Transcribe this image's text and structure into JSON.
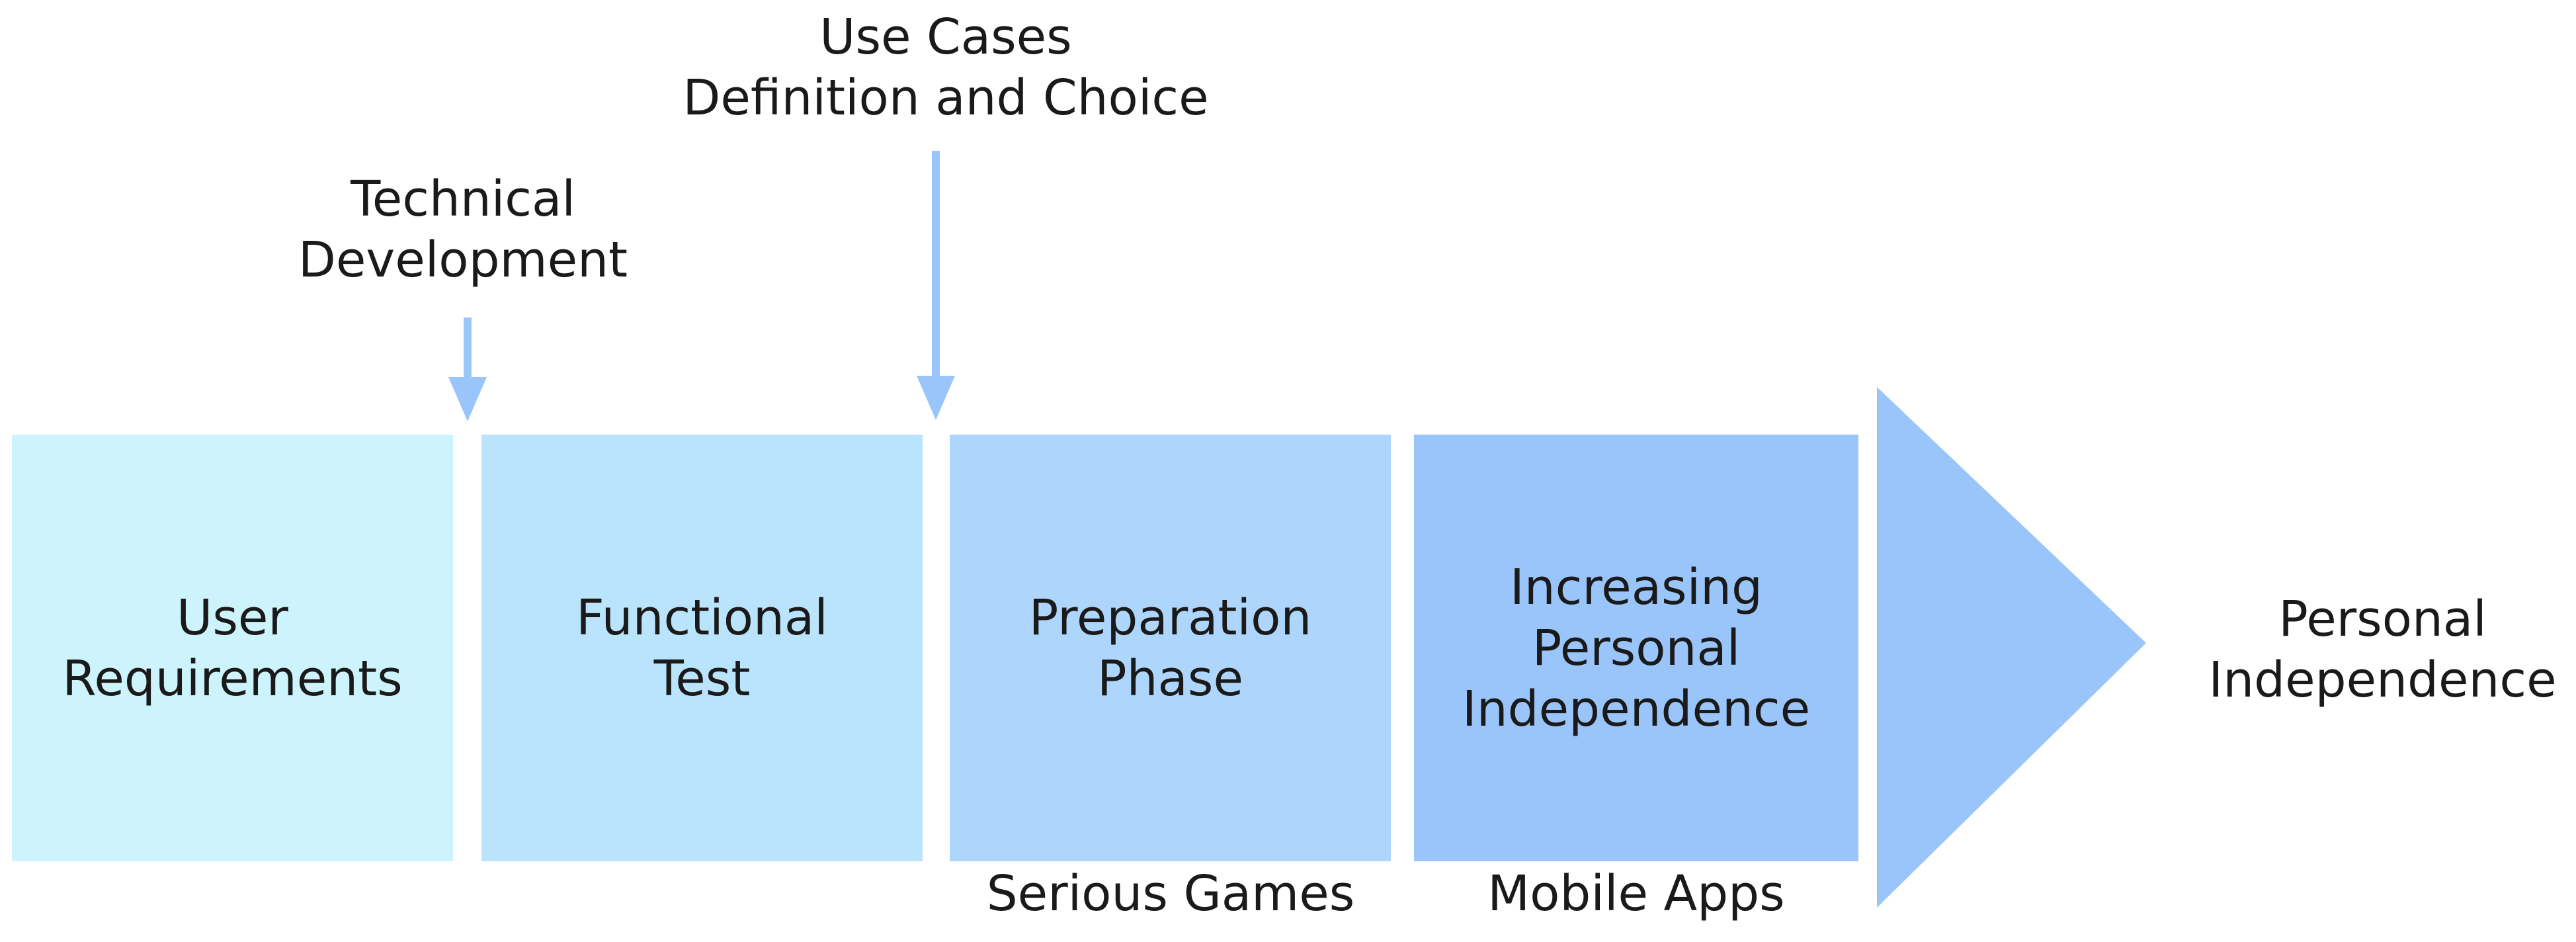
{
  "stages": [
    {
      "label": "User\nRequirements",
      "color": "#cdf4fc"
    },
    {
      "label": "Functional\nTest",
      "color": "#bae3fc"
    },
    {
      "label": "Preparation\nPhase",
      "color": "#aed5fb"
    },
    {
      "label": "Increasing\nPersonal\nIndependence",
      "color": "#9ac5fb"
    }
  ],
  "final": {
    "label": "Personal\nIndependence",
    "color": "#9ac5fb"
  },
  "milestones": {
    "technical": "Technical\nDevelopment",
    "use_cases": "Use Cases\nDefinition and Choice"
  },
  "annotations": {
    "serious_games": "Serious Games",
    "mobile_apps": "Mobile Apps"
  },
  "arrow_color": "#9ac5fb"
}
